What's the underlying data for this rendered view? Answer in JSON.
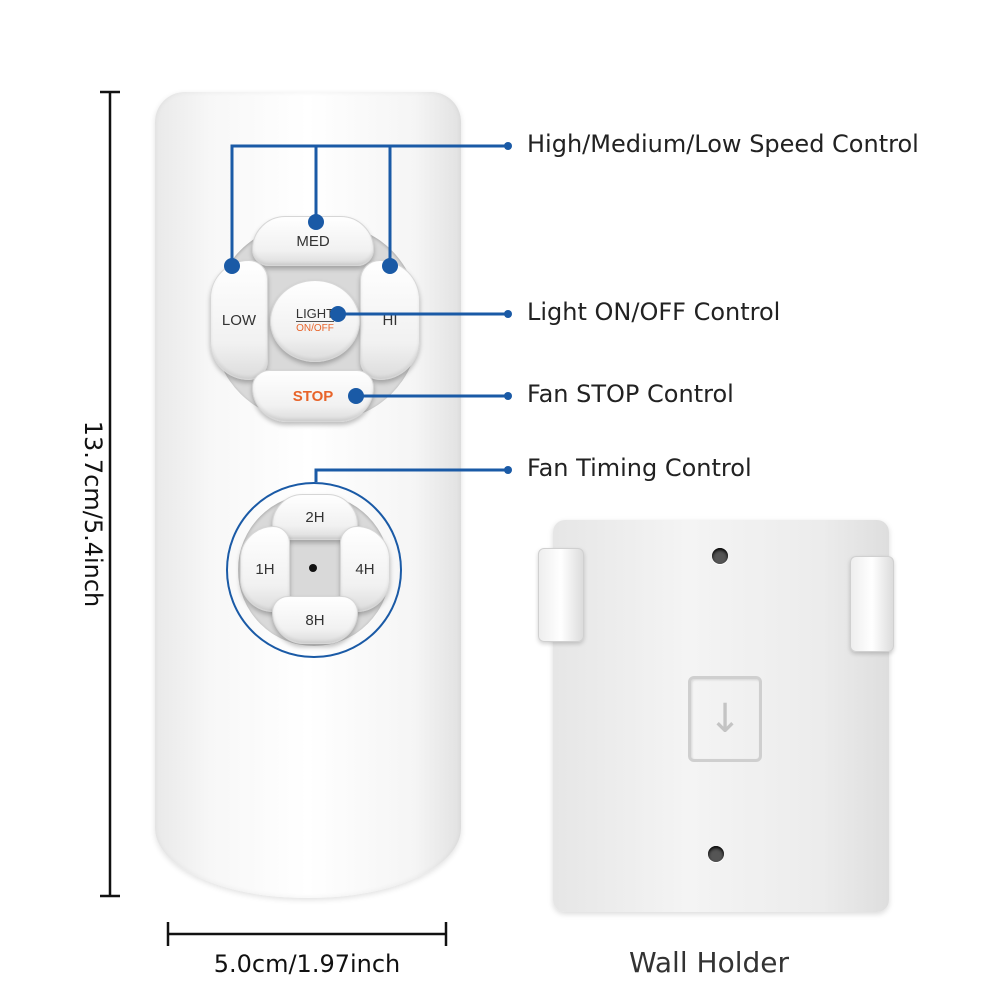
{
  "remote": {
    "buttons": {
      "med": "MED",
      "low": "LOW",
      "hi": "HI",
      "light_top": "LIGHT",
      "light_bottom": "ON/OFF",
      "stop": "STOP",
      "timer_2h": "2H",
      "timer_1h": "1H",
      "timer_4h": "4H",
      "timer_8h": "8H"
    }
  },
  "callouts": {
    "speed": "High/Medium/Low Speed Control",
    "light": "Light ON/OFF Control",
    "stop": "Fan STOP Control",
    "timing": "Fan Timing Control"
  },
  "dimensions": {
    "height": "13.7cm/5.4inch",
    "width": "5.0cm/1.97inch"
  },
  "holder": {
    "label": "Wall Holder"
  },
  "colors": {
    "callout_line": "#1a5aa6",
    "stop_text": "#e8642a",
    "onoff_text": "#e8642a"
  }
}
